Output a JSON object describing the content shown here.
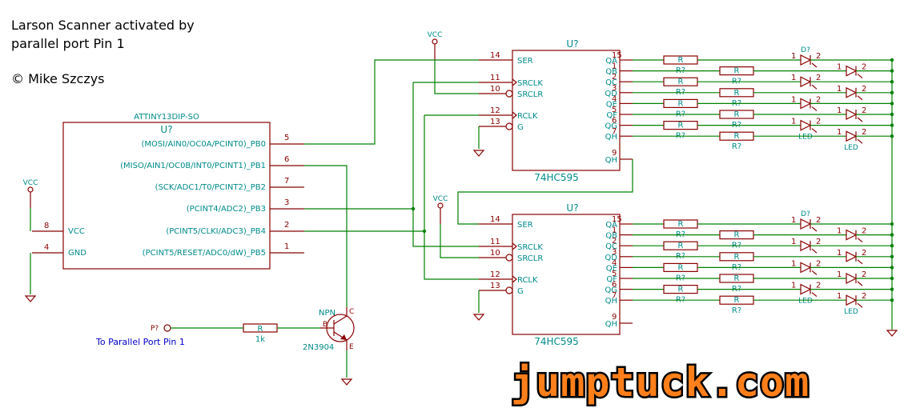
{
  "title": {
    "line1": "Larson Scanner activated by",
    "line2": "parallel port Pin 1",
    "author": "© Mike Szczys"
  },
  "attiny": {
    "part": "ATTINY13DIP-SO",
    "ref": "U?",
    "pins": [
      {
        "num": "5",
        "name": "(MOSI/AIN0/OC0A/PCINT0)_PB0"
      },
      {
        "num": "6",
        "name": "(MISO/AIN1/OC0B/INT0/PCINT1)_PB1"
      },
      {
        "num": "7",
        "name": "(SCK/ADC1/T0/PCINT2)_PB2"
      },
      {
        "num": "3",
        "name": "(PCINT4/ADC2)_PB3"
      },
      {
        "num": "2",
        "name": "(PCINT5/CLKI/ADC3)_PB4"
      },
      {
        "num": "1",
        "name": "(PCINT5/RESET/ADC0/dW)_PB5"
      }
    ],
    "vcc_pin": {
      "num": "8",
      "name": "VCC"
    },
    "gnd_pin": {
      "num": "4",
      "name": "GND"
    }
  },
  "shift_registers": [
    {
      "ref": "U?",
      "part": "74HC595",
      "left_pins": [
        {
          "num": "14",
          "name": "SER"
        },
        {
          "num": "11",
          "name": "SRCLK"
        },
        {
          "num": "10",
          "name": "SRCLR"
        },
        {
          "num": "12",
          "name": "RCLK"
        },
        {
          "num": "13",
          "name": "G"
        }
      ],
      "right_pins": [
        {
          "num": "15",
          "name": "QA"
        },
        {
          "num": "1",
          "name": "QB"
        },
        {
          "num": "2",
          "name": "QC"
        },
        {
          "num": "3",
          "name": "QD"
        },
        {
          "num": "4",
          "name": "QE"
        },
        {
          "num": "5",
          "name": "QF"
        },
        {
          "num": "6",
          "name": "QG"
        },
        {
          "num": "7",
          "name": "QH"
        }
      ],
      "qh_prime": {
        "num": "9",
        "name": "QH"
      }
    },
    {
      "ref": "U?",
      "part": "74HC595",
      "left_pins": [
        {
          "num": "14",
          "name": "SER"
        },
        {
          "num": "11",
          "name": "SRCLK"
        },
        {
          "num": "10",
          "name": "SRCLR"
        },
        {
          "num": "12",
          "name": "RCLK"
        },
        {
          "num": "13",
          "name": "G"
        }
      ],
      "right_pins": [
        {
          "num": "15",
          "name": "QA"
        },
        {
          "num": "1",
          "name": "QB"
        },
        {
          "num": "2",
          "name": "QC"
        },
        {
          "num": "3",
          "name": "QD"
        },
        {
          "num": "4",
          "name": "QE"
        },
        {
          "num": "5",
          "name": "QF"
        },
        {
          "num": "6",
          "name": "QG"
        },
        {
          "num": "7",
          "name": "QH"
        }
      ],
      "qh_prime": {
        "num": "9",
        "name": "QH"
      }
    }
  ],
  "resistor_labels": {
    "value": "R",
    "ref": "R?"
  },
  "led_labels": {
    "ref": "D?",
    "value": "LED",
    "pin1": "1",
    "pin2": "2"
  },
  "power_label": "VCC",
  "transistor": {
    "type": "NPN",
    "part": "2N3904",
    "pins": {
      "b": "B",
      "c": "C",
      "e": "E"
    }
  },
  "input_resistor": {
    "value": "R",
    "ref": "1k"
  },
  "port": {
    "ref": "P?",
    "label": "To Parallel Port Pin 1"
  },
  "logo": "jumptuck.com"
}
